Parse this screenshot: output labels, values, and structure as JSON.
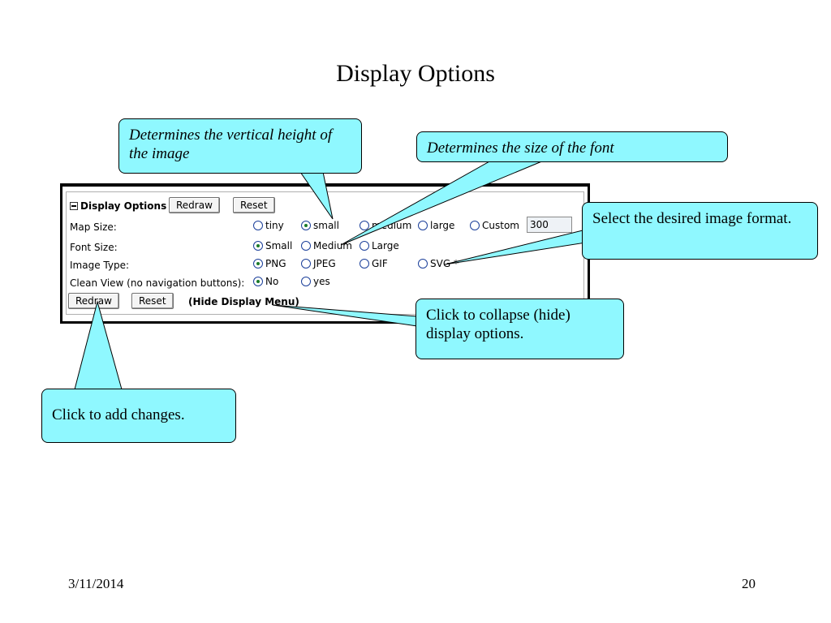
{
  "slide": {
    "title": "Display Options",
    "date": "3/11/2014",
    "page": "20"
  },
  "panel": {
    "header": "Display Options",
    "redraw_label": "Redraw",
    "reset_label": "Reset",
    "hide_menu_label": "(Hide Display Menu)",
    "map_size": {
      "label": "Map Size:",
      "options": [
        "tiny",
        "small",
        "medium",
        "large",
        "Custom"
      ],
      "selected": "small",
      "custom_value": "300"
    },
    "font_size": {
      "label": "Font Size:",
      "options": [
        "Small",
        "Medium",
        "Large"
      ],
      "selected": "Small"
    },
    "image_type": {
      "label": "Image Type:",
      "options": [
        "PNG",
        "JPEG",
        "GIF",
        "SVG *"
      ],
      "selected": "PNG"
    },
    "clean_view": {
      "label": "Clean View (no navigation buttons):",
      "options": [
        "No",
        "yes"
      ],
      "selected": "No"
    }
  },
  "callouts": {
    "vertical_height": "Determines the vertical height of the image",
    "font_size": "Determines the size of the font",
    "image_format": "Select the desired image format.",
    "collapse": "Click to collapse (hide) display options.",
    "add_changes": "Click to add changes."
  },
  "colors": {
    "callout_fill": "#8ff8ff",
    "radio_dot": "#1a7a2a",
    "radio_ring": "#1b3f9a"
  }
}
